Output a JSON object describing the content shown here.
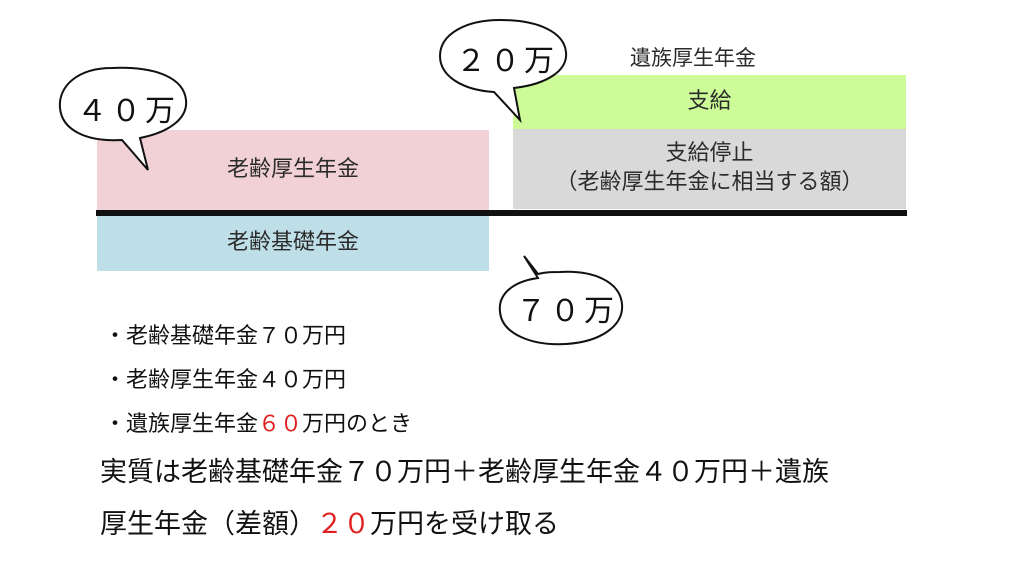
{
  "diagram": {
    "survivor_label": "遺族厚生年金",
    "survivor_paid": "支給",
    "survivor_stopped_line1": "支給停止",
    "survivor_stopped_line2": "（老齢厚生年金に相当する額）",
    "old_age_employee": "老齢厚生年金",
    "old_age_basic": "老齢基礎年金",
    "bubble_40": "４０万",
    "bubble_20": "２０万",
    "bubble_70": "７０万"
  },
  "notes": {
    "item1": "・老齢基礎年金７０万円",
    "item2": "・老齢厚生年金４０万円",
    "item3_prefix": "・遺族厚生年金",
    "item3_red": "６０",
    "item3_suffix": "万円のとき"
  },
  "summary": {
    "line1": "実質は老齢基礎年金７０万円＋老齢厚生年金４０万円＋遺族",
    "line2_prefix": "厚生年金（差額）",
    "line2_red": "２０",
    "line2_suffix": "万円を受け取る"
  },
  "colors": {
    "pink": "#f1d1d5",
    "blue": "#bfdfe8",
    "green": "#ccfb98",
    "gray": "#d9d9d9",
    "red": "#e02020"
  }
}
